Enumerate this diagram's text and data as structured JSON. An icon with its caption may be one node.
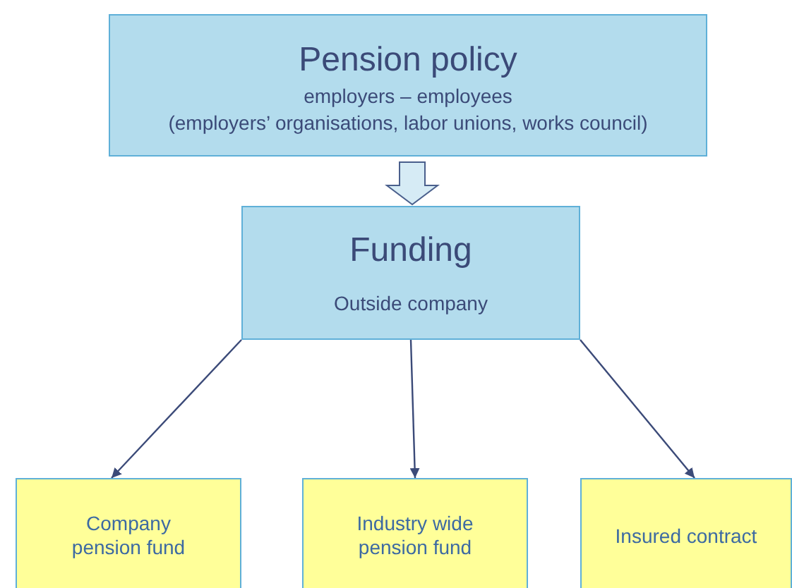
{
  "diagram": {
    "nodes": [
      {
        "text": [
          "Pension policy",
          "employers – employees",
          "(employers’ organisations, labor unions, works council)"
        ]
      },
      {
        "text": [
          "Funding",
          "Outside company"
        ]
      },
      {
        "text": [
          "Company pension fund"
        ]
      },
      {
        "text": [
          "Industry wide pension fund"
        ]
      },
      {
        "text": [
          "Insured contract"
        ]
      }
    ],
    "edges": [
      {
        "from": 0,
        "to": 1,
        "arrow": "to",
        "style": "thick"
      },
      {
        "from": 1,
        "to": 2,
        "arrow": "to"
      },
      {
        "from": 1,
        "to": 3,
        "arrow": "to"
      },
      {
        "from": 1,
        "to": 4,
        "arrow": "to"
      }
    ]
  }
}
